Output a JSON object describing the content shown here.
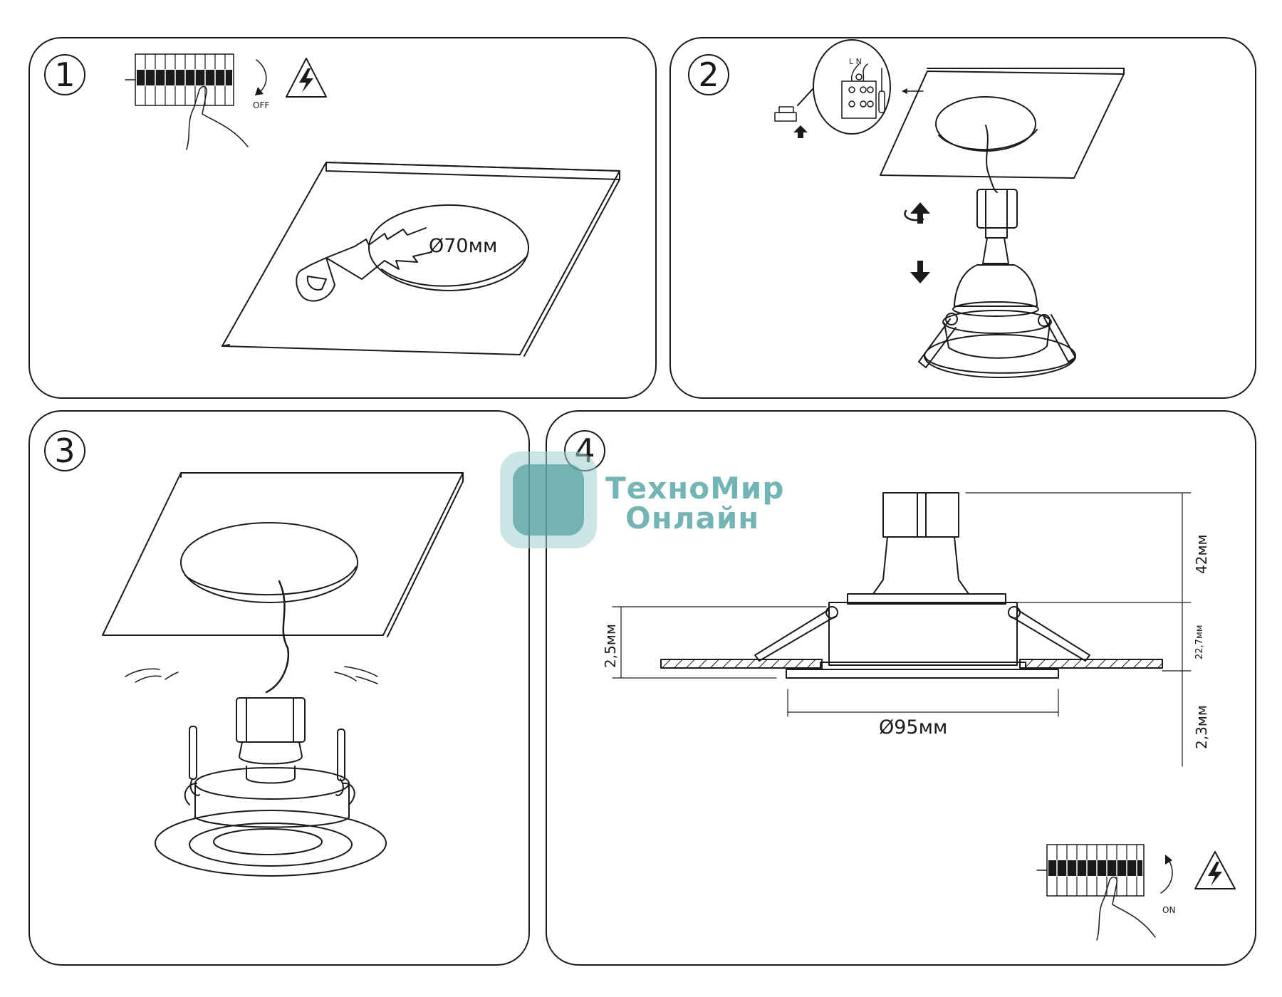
{
  "steps": [
    {
      "number": "1"
    },
    {
      "number": "2"
    },
    {
      "number": "3"
    },
    {
      "number": "4"
    }
  ],
  "step1": {
    "switch_label": "OFF",
    "cut_diameter": "Ø70мм"
  },
  "step2": {
    "terminal_labels": "L N"
  },
  "step4": {
    "dim_top_height": "42мм",
    "dim_body_height": "22,7мм",
    "dim_ring": "2,5мм",
    "dim_bottom": "2,3мм",
    "dim_diameter": "Ø95мм",
    "switch_label": "ON"
  },
  "watermark": {
    "line1": "ТехноМир",
    "line2": "Онлайн",
    "color": "#5aa9a8"
  },
  "icons": [
    "high-voltage-warning-icon",
    "circuit-breaker-icon",
    "hand-icon",
    "arrow-up-icon",
    "arrow-down-icon",
    "rotate-arrow-icon",
    "screwdriver-icon",
    "saw-icon"
  ]
}
